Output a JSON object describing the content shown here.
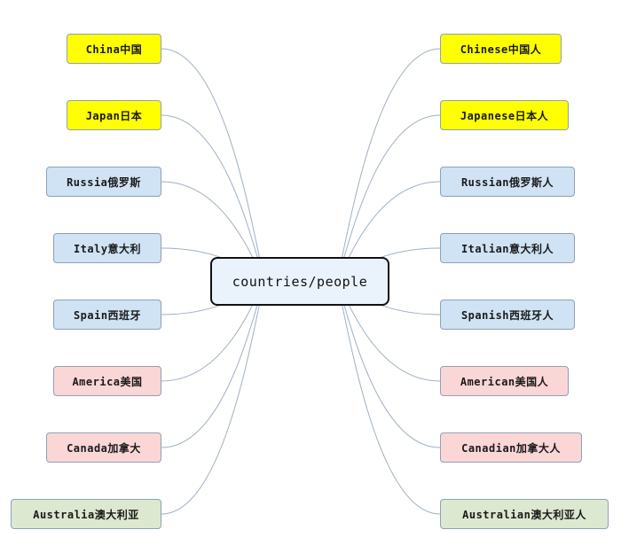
{
  "center": {
    "label": "countries/people"
  },
  "colors": {
    "yellow": "#ffff00",
    "blue": "#cfe3f5",
    "pink": "#fbd6d6",
    "green": "#dde8d0",
    "connector": "#9fb0c3"
  },
  "left_nodes": [
    {
      "label": "China中国",
      "color": "yellow"
    },
    {
      "label": "Japan日本",
      "color": "yellow"
    },
    {
      "label": "Russia俄罗斯",
      "color": "blue"
    },
    {
      "label": "Italy意大利",
      "color": "blue"
    },
    {
      "label": "Spain西班牙",
      "color": "blue"
    },
    {
      "label": "America美国",
      "color": "pink"
    },
    {
      "label": "Canada加拿大",
      "color": "pink"
    },
    {
      "label": "Australia澳大利亚",
      "color": "green"
    }
  ],
  "right_nodes": [
    {
      "label": "Chinese中国人",
      "color": "yellow"
    },
    {
      "label": "Japanese日本人",
      "color": "yellow"
    },
    {
      "label": "Russian俄罗斯人",
      "color": "blue"
    },
    {
      "label": "Italian意大利人",
      "color": "blue"
    },
    {
      "label": "Spanish西班牙人",
      "color": "blue"
    },
    {
      "label": "American美国人",
      "color": "pink"
    },
    {
      "label": "Canadian加拿大人",
      "color": "pink"
    },
    {
      "label": "Australian澳大利亚人",
      "color": "green"
    }
  ]
}
